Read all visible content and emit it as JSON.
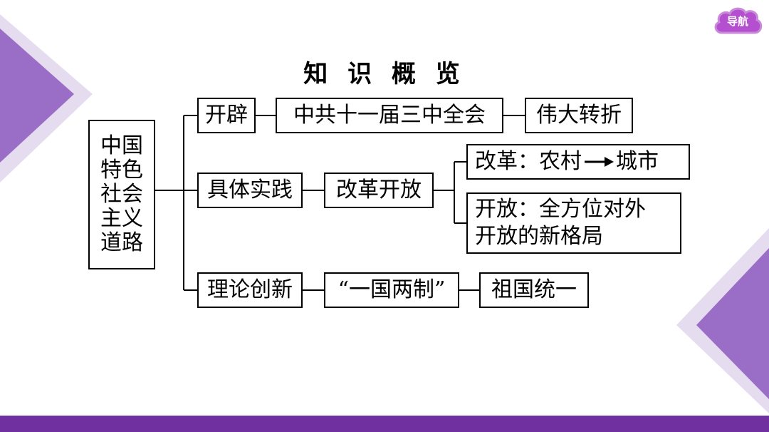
{
  "title": "知 识 概 览",
  "nav": {
    "label": "导航"
  },
  "colors": {
    "accent_purple": "#7030a0",
    "triangle_light": "#d9c7e6",
    "triangle_dark": "#9b72c4",
    "nav_cloud": "#b44fcf"
  },
  "diagram": {
    "root": "中国\n特色\n社会\n主义\n道路",
    "branches": [
      {
        "label": "开辟",
        "nodes": [
          "中共十一届三中全会",
          "伟大转折"
        ]
      },
      {
        "label": "具体实践",
        "nodes": [
          "改革开放"
        ],
        "sub": [
          "改革：农村",
          "城市",
          "开放：全方位对外\n开放的新格局"
        ]
      },
      {
        "label": "理论创新",
        "nodes": [
          "“一国两制”",
          "祖国统一"
        ]
      }
    ]
  }
}
